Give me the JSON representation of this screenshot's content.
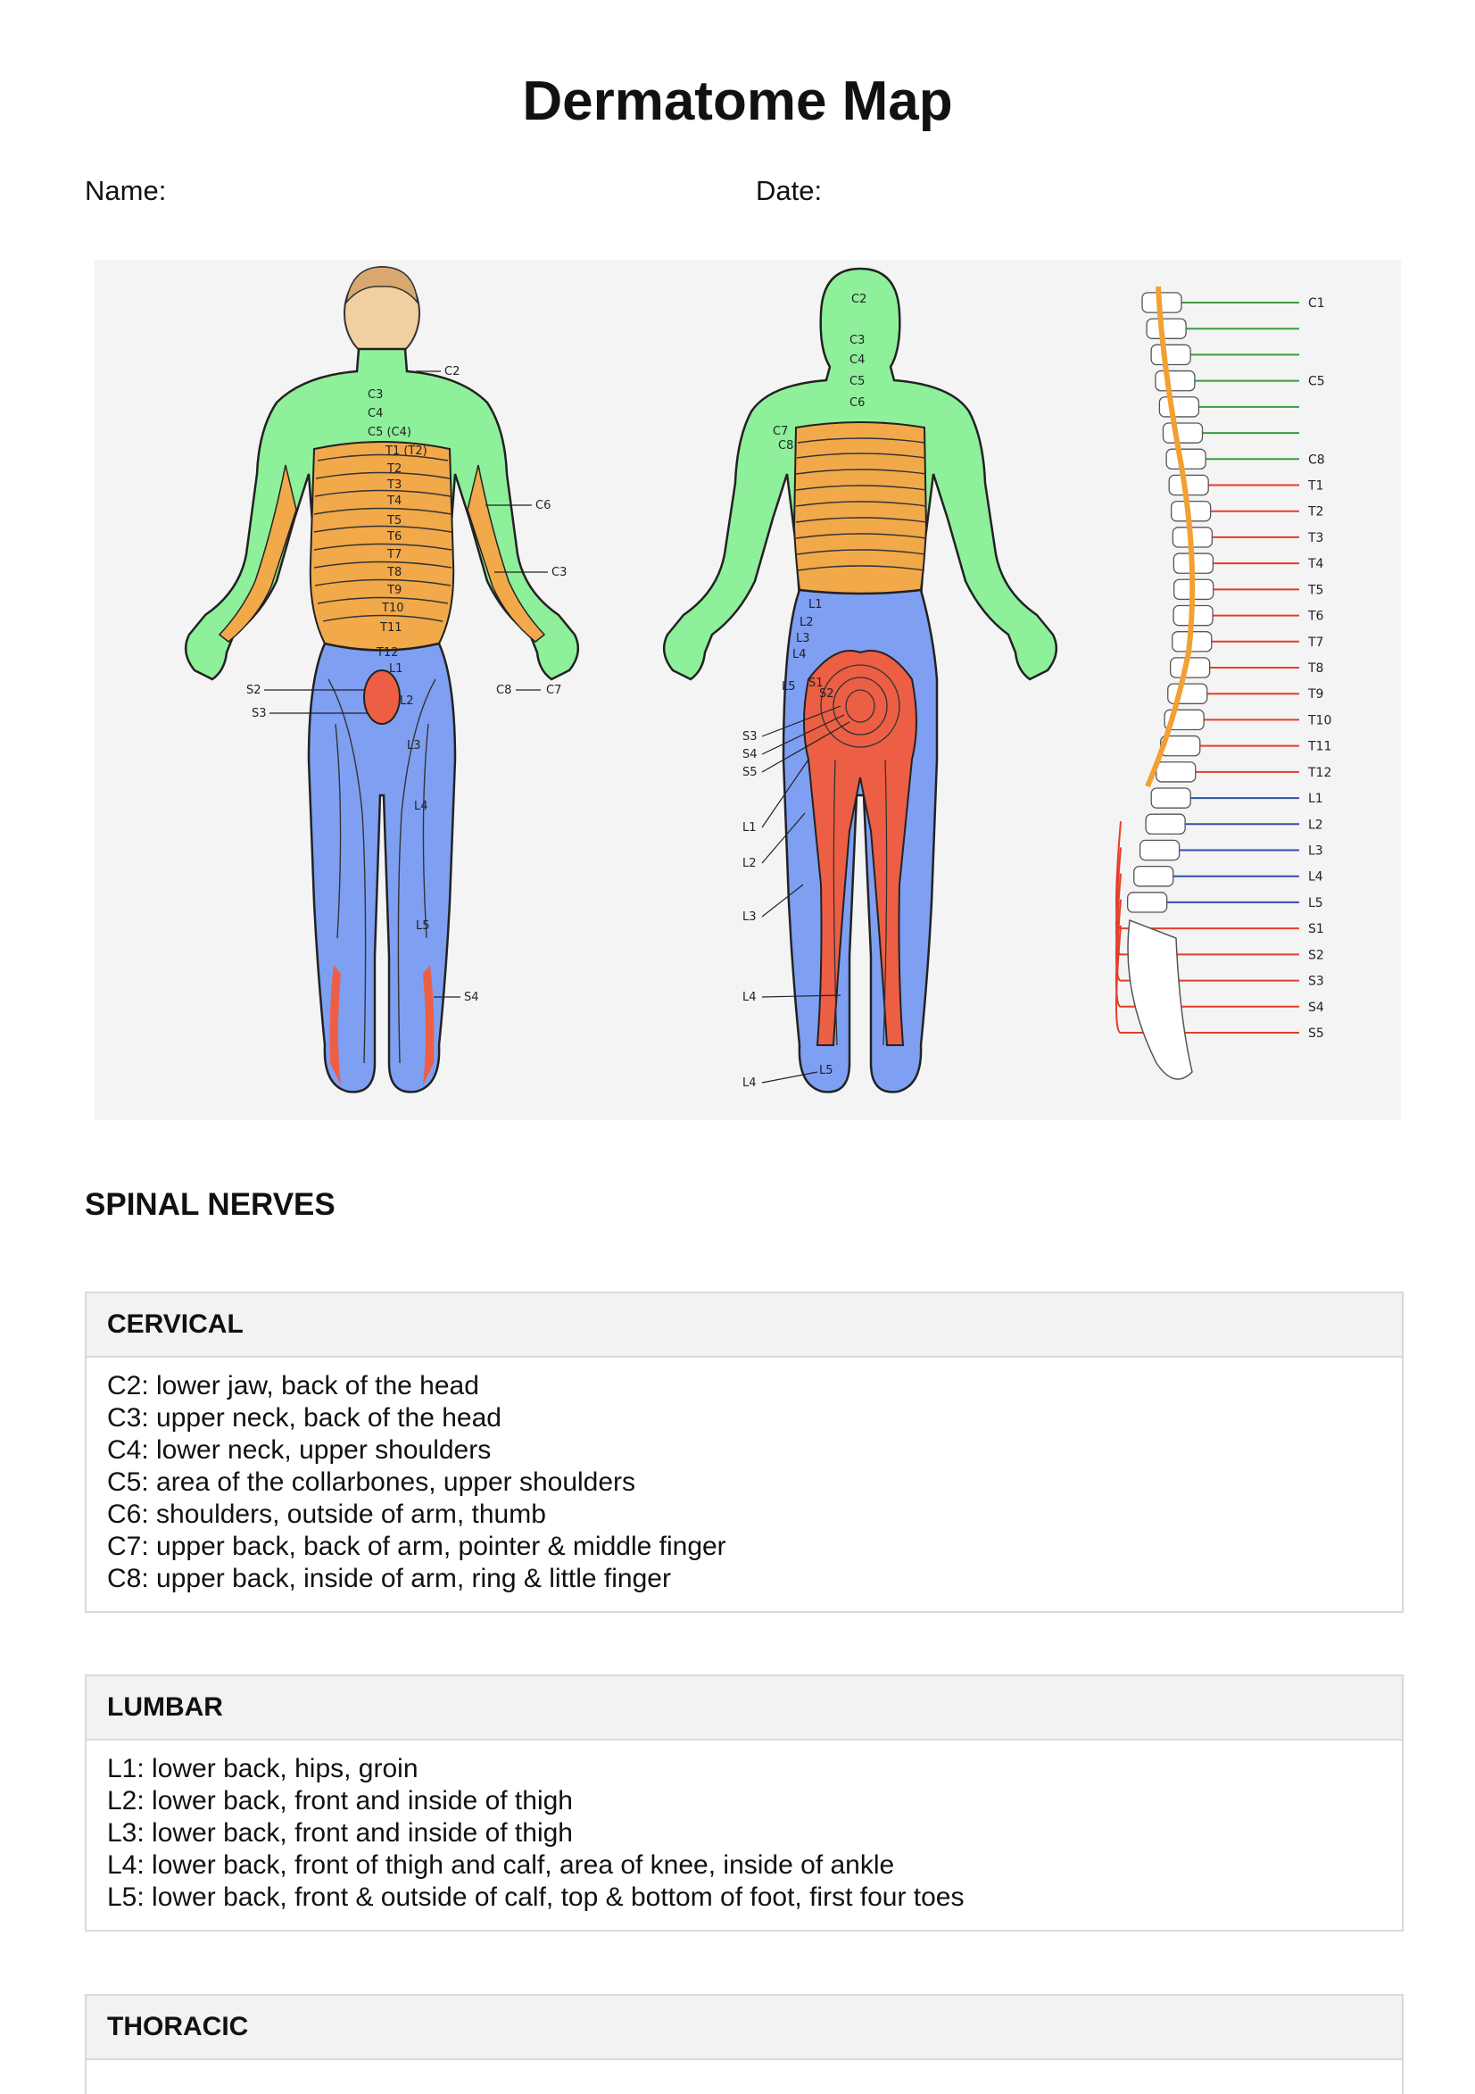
{
  "page": {
    "title": "Dermatome Map",
    "name_label": "Name:",
    "date_label": "Date:"
  },
  "figure": {
    "front_labels": {
      "c2": "C2",
      "c3": "C3",
      "c4": "C4",
      "c5": "C5 (C4)",
      "t1": "T1 (T2)",
      "t2": "T2",
      "t3": "T3",
      "t4": "T4",
      "t5": "T5",
      "t6": "T6",
      "t7": "T7",
      "t8": "T8",
      "t9": "T9",
      "t10": "T10",
      "t11": "T11",
      "t12": "T12",
      "l1": "L1",
      "c6": "C6",
      "c3_arm": "C3",
      "c8": "C8",
      "c7": "C7",
      "s2": "S2",
      "s3": "S3",
      "l2": "L2",
      "l3": "L3",
      "l4": "L4",
      "l5": "L5",
      "s4": "S4"
    },
    "back_labels": {
      "c2": "C2",
      "c3": "C3",
      "c4": "C4",
      "c5": "C5",
      "c6": "C6",
      "c7": "C7",
      "c8": "C8",
      "l1": "L1",
      "l2": "L2",
      "l3": "L3",
      "l4": "L4",
      "l5": "L5",
      "s1": "S1",
      "s2": "S2",
      "s3": "S3",
      "s4": "S4",
      "s5": "S5",
      "l1_leg": "L1",
      "l2_leg": "L2",
      "l3_leg": "L3",
      "l4_leg": "L4",
      "l4_foot": "L4",
      "l5_foot": "L5"
    },
    "spine_labels": [
      {
        "label": "C1",
        "group": "cervical"
      },
      {
        "label": "",
        "group": "cervical"
      },
      {
        "label": "",
        "group": "cervical"
      },
      {
        "label": "C5",
        "group": "cervical"
      },
      {
        "label": "",
        "group": "cervical"
      },
      {
        "label": "",
        "group": "cervical"
      },
      {
        "label": "C8",
        "group": "cervical"
      },
      {
        "label": "T1",
        "group": "thoracic"
      },
      {
        "label": "T2",
        "group": "thoracic"
      },
      {
        "label": "T3",
        "group": "thoracic"
      },
      {
        "label": "T4",
        "group": "thoracic"
      },
      {
        "label": "T5",
        "group": "thoracic"
      },
      {
        "label": "T6",
        "group": "thoracic"
      },
      {
        "label": "T7",
        "group": "thoracic"
      },
      {
        "label": "T8",
        "group": "thoracic"
      },
      {
        "label": "T9",
        "group": "thoracic"
      },
      {
        "label": "T10",
        "group": "thoracic"
      },
      {
        "label": "T11",
        "group": "thoracic"
      },
      {
        "label": "T12",
        "group": "thoracic"
      },
      {
        "label": "L1",
        "group": "lumbar"
      },
      {
        "label": "L2",
        "group": "lumbar"
      },
      {
        "label": "L3",
        "group": "lumbar"
      },
      {
        "label": "L4",
        "group": "lumbar"
      },
      {
        "label": "L5",
        "group": "lumbar"
      },
      {
        "label": "S1",
        "group": "sacral"
      },
      {
        "label": "S2",
        "group": "sacral"
      },
      {
        "label": "S3",
        "group": "sacral"
      },
      {
        "label": "S4",
        "group": "sacral"
      },
      {
        "label": "S5",
        "group": "sacral"
      }
    ],
    "colors": {
      "cervical": "#8ef09a",
      "thoracic": "#f2a94a",
      "lumbar": "#7f9ff2",
      "sacral": "#ec5f45",
      "skin": "#f1cfa1",
      "cervical_line": "#3e9a3e",
      "thoracic_line": "#e53d2b",
      "lumbar_line": "#2c4fa8",
      "sacral_line": "#e53d2b",
      "cord": "#f2a032"
    }
  },
  "sections": {
    "heading": "SPINAL NERVES",
    "cervical": {
      "title": "CERVICAL",
      "lines": [
        "C2: lower jaw, back of the head",
        "C3: upper neck, back of the head",
        "C4: lower neck, upper shoulders",
        "C5: area of the collarbones, upper shoulders",
        "C6: shoulders, outside of arm, thumb",
        "C7: upper back, back of arm, pointer & middle finger",
        "C8: upper back, inside of arm, ring & little finger"
      ]
    },
    "lumbar": {
      "title": "LUMBAR",
      "lines": [
        "L1: lower back, hips, groin",
        "L2: lower back, front and inside of thigh",
        "L3: lower back, front and inside of thigh",
        "L4: lower back, front of thigh and calf, area of knee, inside of ankle",
        "L5: lower back, front & outside of calf, top & bottom of foot, first four toes"
      ]
    },
    "thoracic": {
      "title": "THORACIC"
    }
  }
}
